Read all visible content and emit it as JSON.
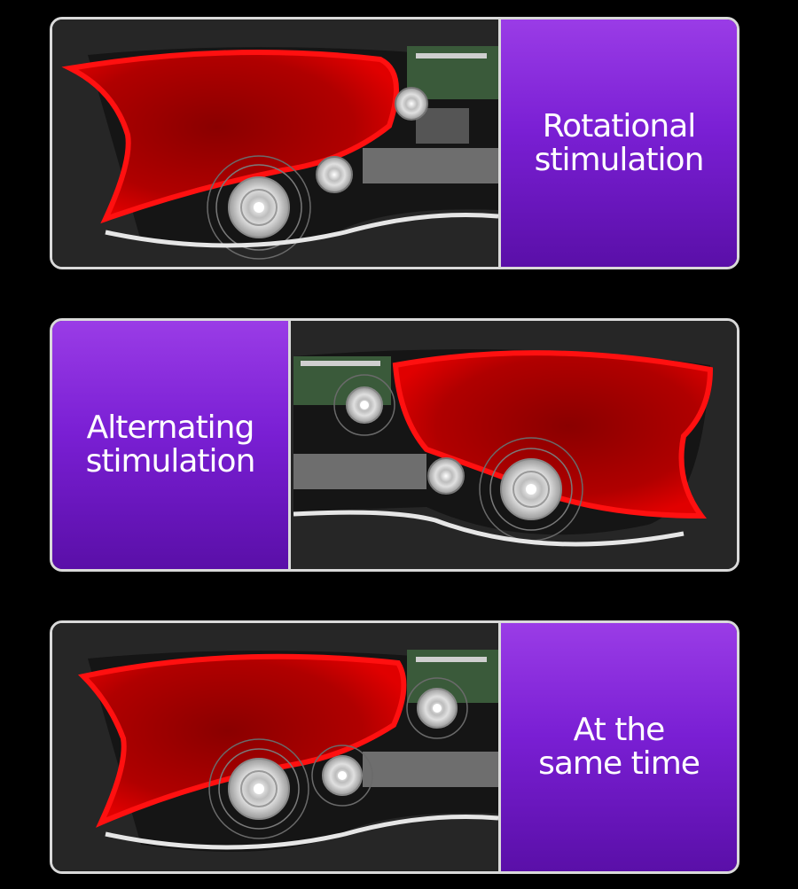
{
  "panels": [
    {
      "line1": "Rotational",
      "line2": "stimulation"
    },
    {
      "line1": "Alternating",
      "line2": "stimulation"
    },
    {
      "line1": "At the",
      "line2": "same time"
    }
  ],
  "colors": {
    "background": "#000000",
    "panel_border": "#d9d9d9",
    "device_shell": "#262626",
    "sleeve_red": "#d40000",
    "label_purple": "#7a1fd4",
    "label_text": "#ffffff"
  },
  "icons": [
    "roller-wheel-icon",
    "vibration-ring-icon",
    "circuit-board-icon"
  ]
}
